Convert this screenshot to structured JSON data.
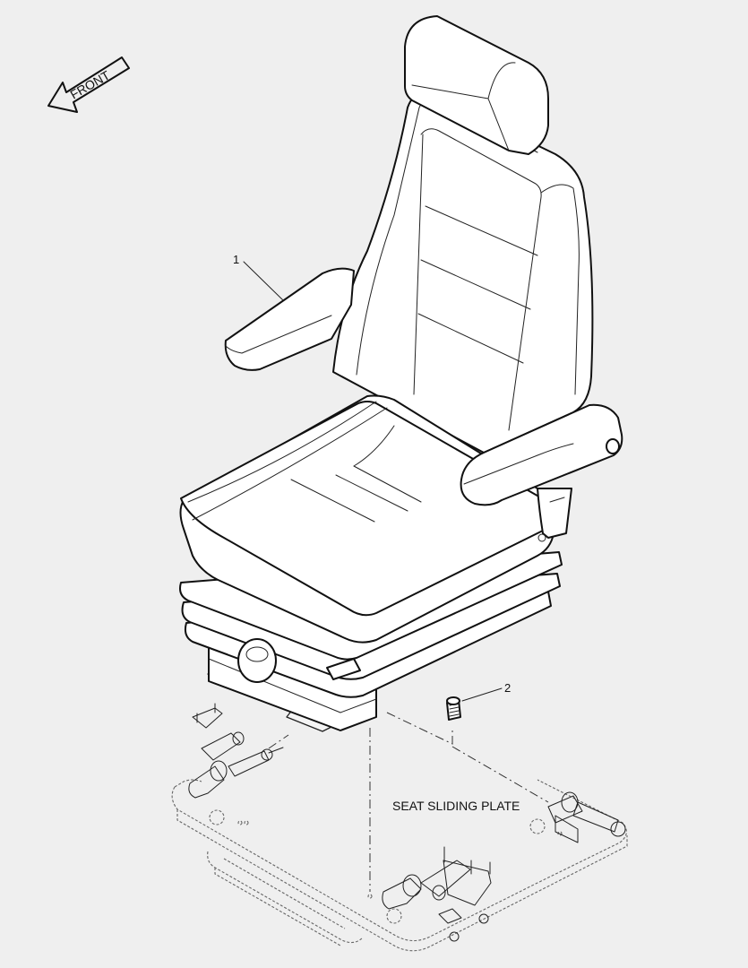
{
  "direction_arrow": {
    "label": "FRONT"
  },
  "callouts": [
    {
      "number": "1",
      "part": "seat-assembly"
    },
    {
      "number": "2",
      "part": "mounting-bolt"
    }
  ],
  "labels": {
    "seat_sliding_plate": "SEAT SLIDING PLATE"
  }
}
